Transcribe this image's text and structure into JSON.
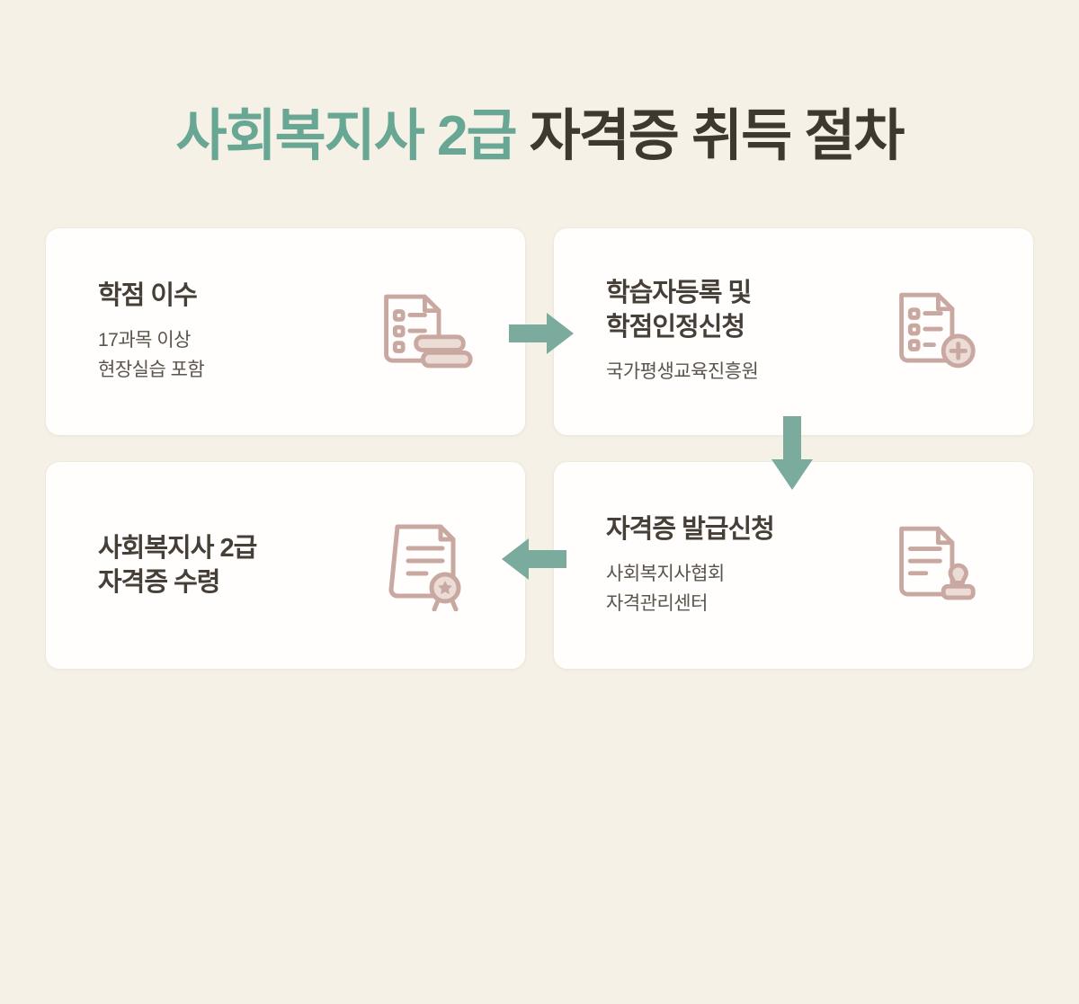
{
  "title": {
    "highlight": "사회복지사 2급",
    "rest": " 자격증 취득 절차"
  },
  "cards": [
    {
      "id": "step-1",
      "title_lines": [
        "학점 이수"
      ],
      "subtitle_lines": [
        "17과목 이상",
        "현장실습 포함"
      ],
      "icon": "document-books-icon"
    },
    {
      "id": "step-2",
      "title_lines": [
        "학습자등록 및",
        "학점인정신청"
      ],
      "subtitle_lines": [
        "국가평생교육진흥원"
      ],
      "icon": "document-plus-icon"
    },
    {
      "id": "step-3",
      "title_lines": [
        "자격증 발급신청"
      ],
      "subtitle_lines": [
        "사회복지사협회",
        "자격관리센터"
      ],
      "icon": "document-stamp-icon"
    },
    {
      "id": "step-4",
      "title_lines": [
        "사회복지사 2급",
        "자격증 수령"
      ],
      "subtitle_lines": [],
      "icon": "certificate-ribbon-icon"
    }
  ],
  "arrows": [
    {
      "id": "arrow-1",
      "direction": "right",
      "from": "step-1",
      "to": "step-2"
    },
    {
      "id": "arrow-2",
      "direction": "down",
      "from": "step-2",
      "to": "step-3"
    },
    {
      "id": "arrow-3",
      "direction": "left",
      "from": "step-3",
      "to": "step-4"
    }
  ],
  "colors": {
    "background": "#f5f1e7",
    "card_background": "#fffefc",
    "title_accent": "#68a794",
    "title_dark": "#3e382f",
    "card_title": "#453f38",
    "card_subtitle": "#5a544c",
    "arrow": "#7aab9c",
    "icon_stroke": "#c9a8a1",
    "icon_fill": "#ecdcd6"
  }
}
